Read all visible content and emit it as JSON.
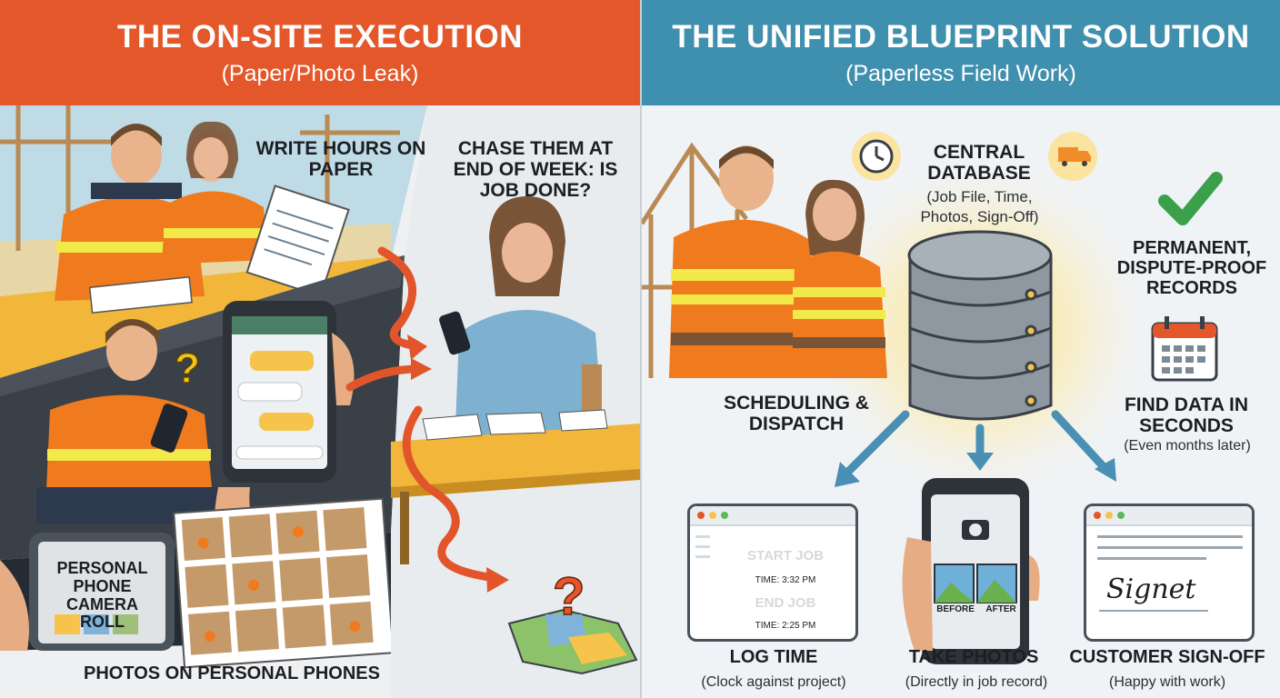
{
  "left": {
    "header": {
      "title": "THE ON-SITE EXECUTION",
      "subtitle": "(Paper/Photo Leak)"
    },
    "write_hours": "WRITE HOURS ON PAPER",
    "chase": "CHASE THEM AT END OF WEEK: IS JOB DONE?",
    "phone_roll": "PERSONAL PHONE CAMERA ROLL",
    "photos_personal": "PHOTOS ON PERSONAL PHONES"
  },
  "right": {
    "header": {
      "title": "THE UNIFIED BLUEPRINT SOLUTION",
      "subtitle": "(Paperless Field Work)"
    },
    "central_db": {
      "title": "CENTRAL DATABASE",
      "detail": "(Job File, Time, Photos, Sign-Off)"
    },
    "permanent": "PERMANENT, DISPUTE-PROOF RECORDS",
    "scheduling": "SCHEDULING & DISPATCH",
    "find_data": {
      "title": "FIND DATA IN SECONDS",
      "detail": "(Even months later)"
    },
    "log_time": {
      "start_label": "START JOB",
      "start_time": "TIME: 3:32 PM",
      "end_label": "END JOB",
      "end_time": "TIME: 2:25 PM",
      "title": "LOG TIME",
      "detail": "(Clock against project)"
    },
    "take_photos": {
      "before": "BEFORE",
      "after": "AFTER",
      "title": "TAKE PHOTOS",
      "detail": "(Directly in job record)"
    },
    "signoff": {
      "signature": "Signet",
      "title": "CUSTOMER SIGN-OFF",
      "detail": "(Happy with work)"
    }
  },
  "colors": {
    "orange": "#e4572a",
    "teal": "#3f8fae",
    "hivis": "#f07a1e",
    "stripe": "#f2e94a",
    "arrow": "#e2552b",
    "blue_arrow": "#4a8fb4",
    "check": "#3aa04a"
  }
}
